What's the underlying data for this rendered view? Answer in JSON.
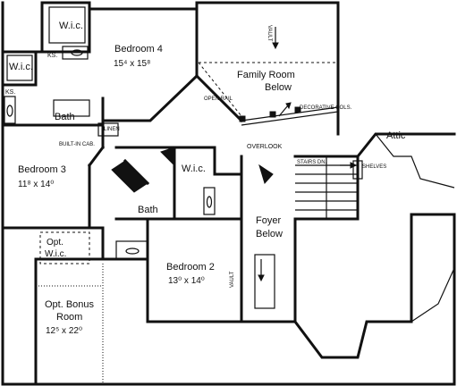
{
  "rooms": {
    "wic_top": "W.i.c.",
    "bedroom4_name": "Bedroom 4",
    "bedroom4_dim": "15⁴ x 15⁸",
    "wic_left": "W.i.c.",
    "ks_top": "KS.",
    "ks_left": "KS.",
    "bath_left": "Bath",
    "linen": "LINEN",
    "built_in_cab": "BUILT-IN CAB.",
    "bedroom3_name": "Bedroom 3",
    "bedroom3_dim": "11⁸ x 14⁰",
    "family_room_line1": "Family Room",
    "family_room_line2": "Below",
    "vault_top": "VAULT",
    "open_rail": "OPEN RAIL",
    "decorative_cols": "DECORATIVE COLS.",
    "overlook": "OVERLOOK",
    "attic": "Attic",
    "stairs_dn": "STAIRS DN.",
    "shelves": "SHELVES",
    "wic_center": "W.i.c.",
    "bath_center": "Bath",
    "foyer_line1": "Foyer",
    "foyer_line2": "Below",
    "opt_wic_line1": "Opt.",
    "opt_wic_line2": "W.i.c.",
    "bedroom2_name": "Bedroom 2",
    "bedroom2_dim": "13⁰ x 14⁰",
    "vault_foyer": "VAULT",
    "bonus_line1": "Opt. Bonus",
    "bonus_line2": "Room",
    "bonus_dim": "12⁵ x 22⁰"
  }
}
